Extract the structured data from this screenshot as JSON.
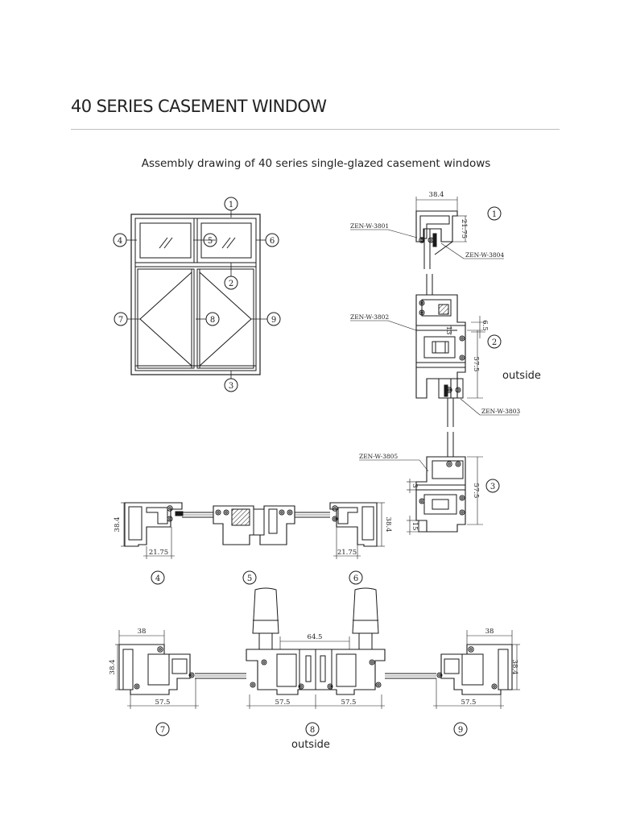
{
  "page": {
    "title": "40 SERIES CASEMENT WINDOW",
    "subtitle": "Assembly drawing of 40 series single-glazed casement windows"
  },
  "callouts": [
    "1",
    "2",
    "3",
    "4",
    "5",
    "6",
    "7",
    "8",
    "9"
  ],
  "section_labels": {
    "outside_right": "outside",
    "outside_bottom": "outside"
  },
  "profile_codes": {
    "p3801": "ZEN-W-3801",
    "p3802": "ZEN-W-3802",
    "p3803": "ZEN-W-3803",
    "p3804": "ZEN-W-3804",
    "p3805": "ZEN-W-3805"
  },
  "dimensions": {
    "d_38_4_top": "38.4",
    "d_21_75_vert": "21.75",
    "d_6_5": "6.5",
    "d_13": "13",
    "d_57_5_sec2": "57.5",
    "d_57_5_sec3": "57.5",
    "d_3": "3",
    "d_15": "15",
    "d_38_4_left": "38.4",
    "d_38_4_right": "38.4",
    "d_21_75_left": "21.75",
    "d_21_75_right": "21.75",
    "d_38_bl": "38",
    "d_38_br": "38",
    "d_64_5": "64.5",
    "d_38_4_bl": "38.4",
    "d_38_4_br": "38.4",
    "d_57_5_b1": "57.5",
    "d_57_5_b2": "57.5",
    "d_57_5_b3": "57.5",
    "d_57_5_b4": "57.5"
  }
}
